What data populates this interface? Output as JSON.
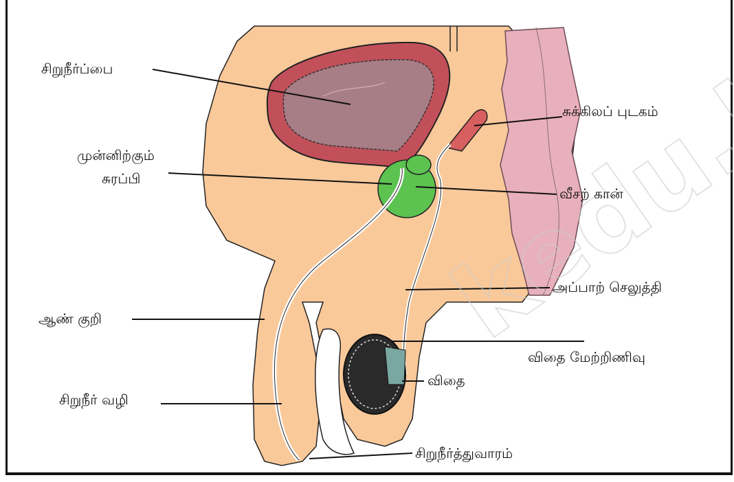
{
  "labels": {
    "bladder": "சிறுநீர்ப்பை",
    "seminal_vesicle": "சுக்கிலப் புடகம்",
    "prostate_line1": "முன்னிற்கும்",
    "prostate_line2": "சுரப்பி",
    "ejaculatory_duct": "வீசற் கான்",
    "vas_deferens": "அப்பாற் செலுத்தி",
    "penis": "ஆண் குறி",
    "epididymis": "விதை மேற்றிணிவு",
    "testis": "விதை",
    "urethra": "சிறுநீர் வழி",
    "urethral_opening": "சிறுநீர்த்துவாரம்"
  },
  "watermark": "kedu.lk",
  "colors": {
    "skin": "#fac99a",
    "bladder_wall": "#c2505a",
    "bladder_lumen": "#a77d86",
    "gland": "#5cc250",
    "rectum": "#e8b0bc",
    "line": "#111111",
    "frame": "#111111"
  }
}
